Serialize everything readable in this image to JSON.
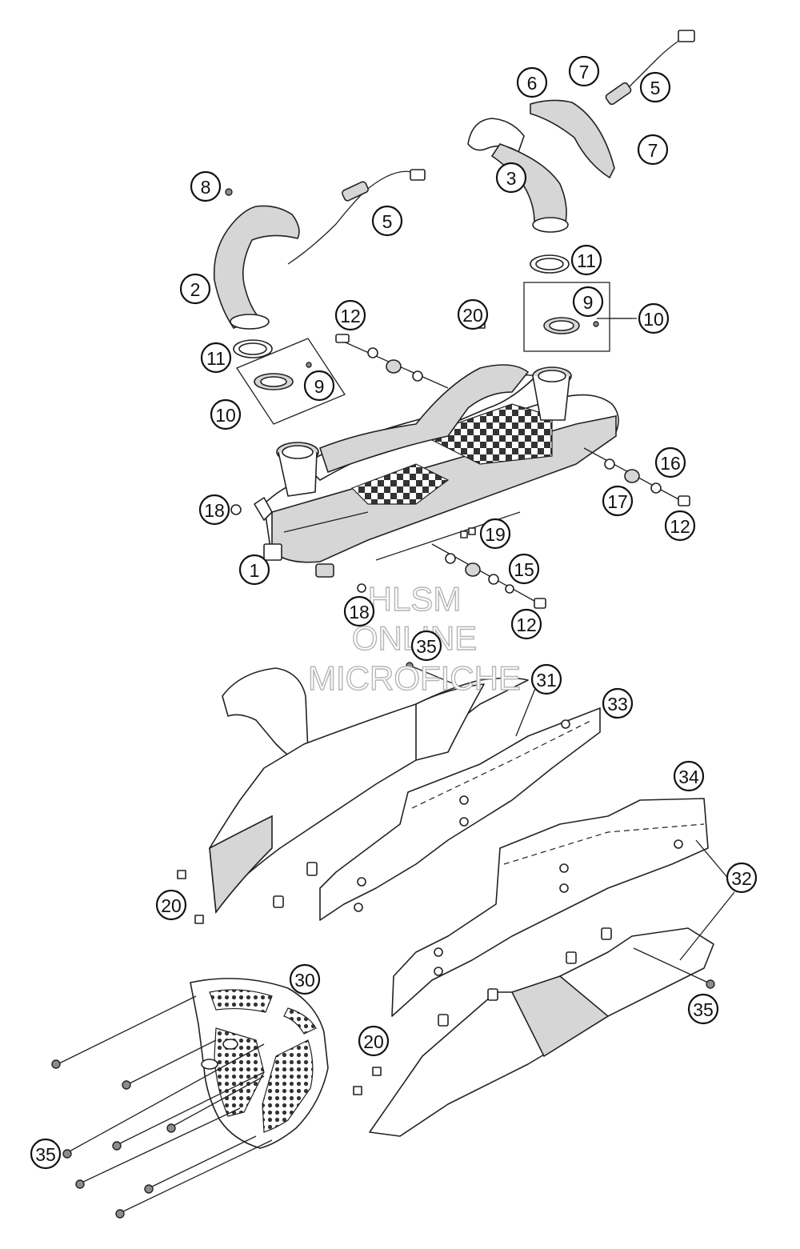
{
  "diagram": {
    "callouts": [
      {
        "id": "c1",
        "label": "1"
      },
      {
        "id": "c2",
        "label": "2"
      },
      {
        "id": "c3",
        "label": "3"
      },
      {
        "id": "c5a",
        "label": "5"
      },
      {
        "id": "c5b",
        "label": "5"
      },
      {
        "id": "c6",
        "label": "6"
      },
      {
        "id": "c7a",
        "label": "7"
      },
      {
        "id": "c7b",
        "label": "7"
      },
      {
        "id": "c8",
        "label": "8"
      },
      {
        "id": "c9a",
        "label": "9"
      },
      {
        "id": "c9b",
        "label": "9"
      },
      {
        "id": "c10a",
        "label": "10"
      },
      {
        "id": "c10b",
        "label": "10"
      },
      {
        "id": "c11a",
        "label": "11"
      },
      {
        "id": "c11b",
        "label": "11"
      },
      {
        "id": "c12a",
        "label": "12"
      },
      {
        "id": "c12b",
        "label": "12"
      },
      {
        "id": "c12c",
        "label": "12"
      },
      {
        "id": "c15",
        "label": "15"
      },
      {
        "id": "c16",
        "label": "16"
      },
      {
        "id": "c17",
        "label": "17"
      },
      {
        "id": "c18a",
        "label": "18"
      },
      {
        "id": "c18b",
        "label": "18"
      },
      {
        "id": "c19",
        "label": "19"
      },
      {
        "id": "c20a",
        "label": "20"
      },
      {
        "id": "c20b",
        "label": "20"
      },
      {
        "id": "c20c",
        "label": "20"
      },
      {
        "id": "c30",
        "label": "30"
      },
      {
        "id": "c31",
        "label": "31"
      },
      {
        "id": "c32",
        "label": "32"
      },
      {
        "id": "c33",
        "label": "33"
      },
      {
        "id": "c34",
        "label": "34"
      },
      {
        "id": "c35a",
        "label": "35"
      },
      {
        "id": "c35b",
        "label": "35"
      },
      {
        "id": "c35c",
        "label": "35"
      }
    ]
  },
  "watermark": {
    "line1": "HLSM",
    "line2": "ONLINE",
    "line3": "MICROFICHE"
  },
  "colors": {
    "line": "#222222",
    "background": "#ffffff",
    "watermark": "#b5b5b5"
  }
}
